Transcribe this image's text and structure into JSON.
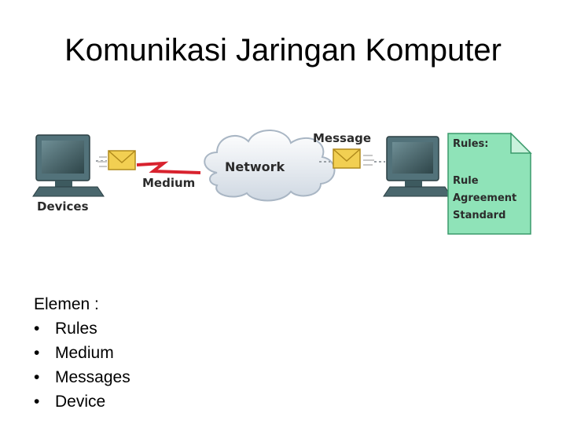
{
  "title": "Komunikasi Jaringan Komputer",
  "diagram": {
    "devices_label": "Devices",
    "medium_label": "Medium",
    "network_label": "Network",
    "message_label": "Message",
    "rules_title": "Rules:",
    "rules_items": [
      "Rule",
      "Agreement",
      "Standard"
    ],
    "colors": {
      "cloud": "#e6ecf3",
      "rules_note": "#8fe3b8",
      "envelope": "#f2cf52",
      "link": "#d8222e",
      "computer": "#3d5a5f"
    }
  },
  "elements": {
    "heading": "Elemen :",
    "bullet": "•",
    "items": [
      "Rules",
      "Medium",
      "Messages",
      "Device"
    ]
  }
}
